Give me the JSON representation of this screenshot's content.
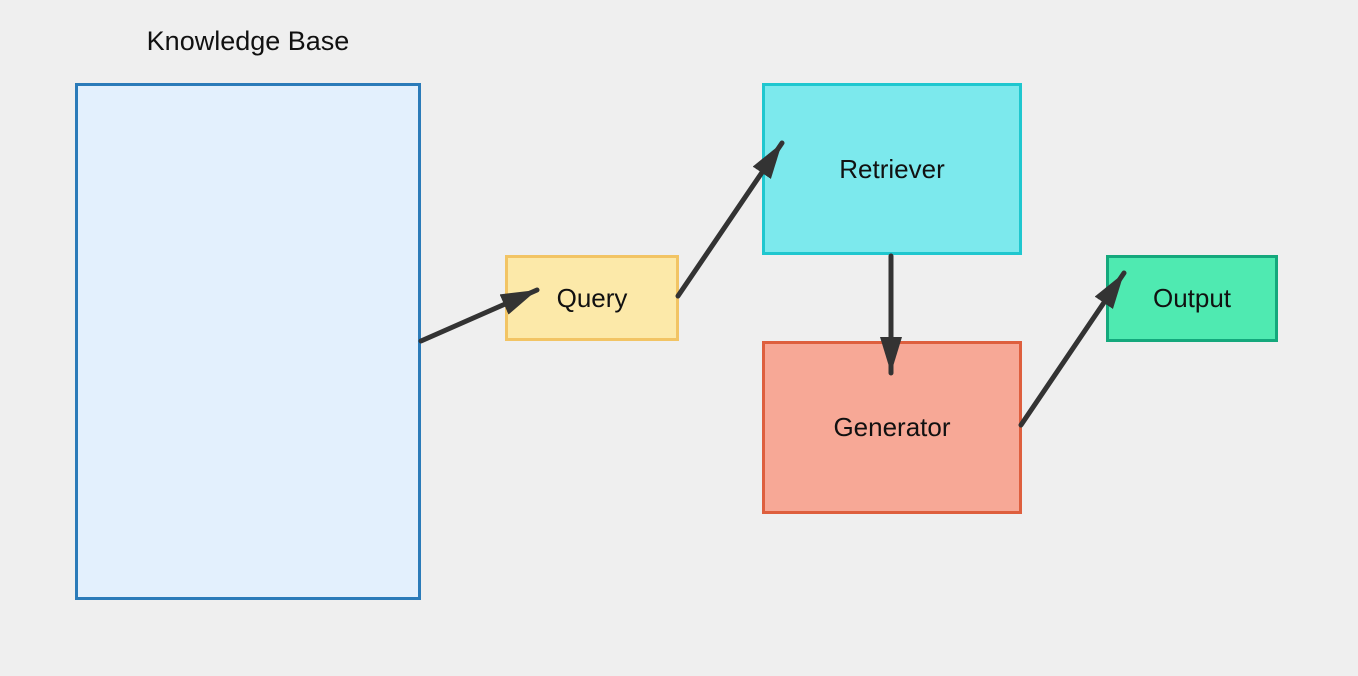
{
  "diagram": {
    "title": "Knowledge Base",
    "nodes": [
      {
        "id": "knowledge-base",
        "label": "Knowledge Base",
        "fill": "#e3f0fd",
        "stroke": "#2b7bb9"
      },
      {
        "id": "query",
        "label": "Query",
        "fill": "#fce9a9",
        "stroke": "#f2c464"
      },
      {
        "id": "retriever",
        "label": "Retriever",
        "fill": "#7ce9ed",
        "stroke": "#1fc7cf"
      },
      {
        "id": "generator",
        "label": "Generator",
        "fill": "#f7a896",
        "stroke": "#de5f3e"
      },
      {
        "id": "output",
        "label": "Output",
        "fill": "#4feab1",
        "stroke": "#14a87c"
      }
    ],
    "edges": [
      {
        "from": "knowledge-base",
        "to": "query"
      },
      {
        "from": "query",
        "to": "retriever"
      },
      {
        "from": "retriever",
        "to": "generator"
      },
      {
        "from": "generator",
        "to": "output"
      }
    ]
  },
  "colors": {
    "background": "#efefef",
    "arrow": "#333333",
    "text": "#111111"
  }
}
